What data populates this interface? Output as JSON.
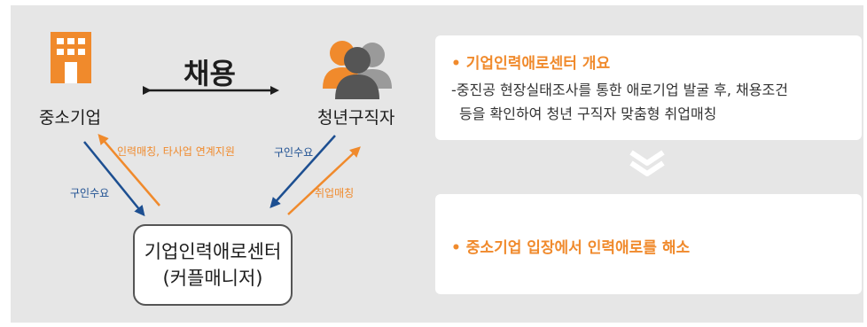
{
  "diagram": {
    "nodes": {
      "sme": {
        "label": "중소기업",
        "icon": "building-icon"
      },
      "job_seeker": {
        "label": "청년구직자",
        "icon": "people-icon"
      },
      "center": {
        "line1": "기업인력애로센터",
        "line2": "(커플매니저)"
      }
    },
    "hire_label": "채용",
    "edges": {
      "sme_to_center": "구인수요",
      "center_to_sme": "인력매칭, 타사업 연계지원",
      "seeker_to_center": "구인수요",
      "center_to_seeker": "취업매칭"
    },
    "colors": {
      "orange": "#f08a2c",
      "navy": "#1d4f91",
      "panel": "#e6e6e6",
      "chevron": "#ffffff"
    }
  },
  "info": {
    "overview": {
      "title": "• 기업인력애로센터 개요",
      "body_line1": "-중진공 현장실태조사를 통한 애로기업 발굴 후, 채용조건",
      "body_line2": "등을 확인하여 청년 구직자 맞춤형 취업매칭"
    },
    "result": {
      "title": "• 중소기업 입장에서 인력애로를 해소"
    }
  }
}
